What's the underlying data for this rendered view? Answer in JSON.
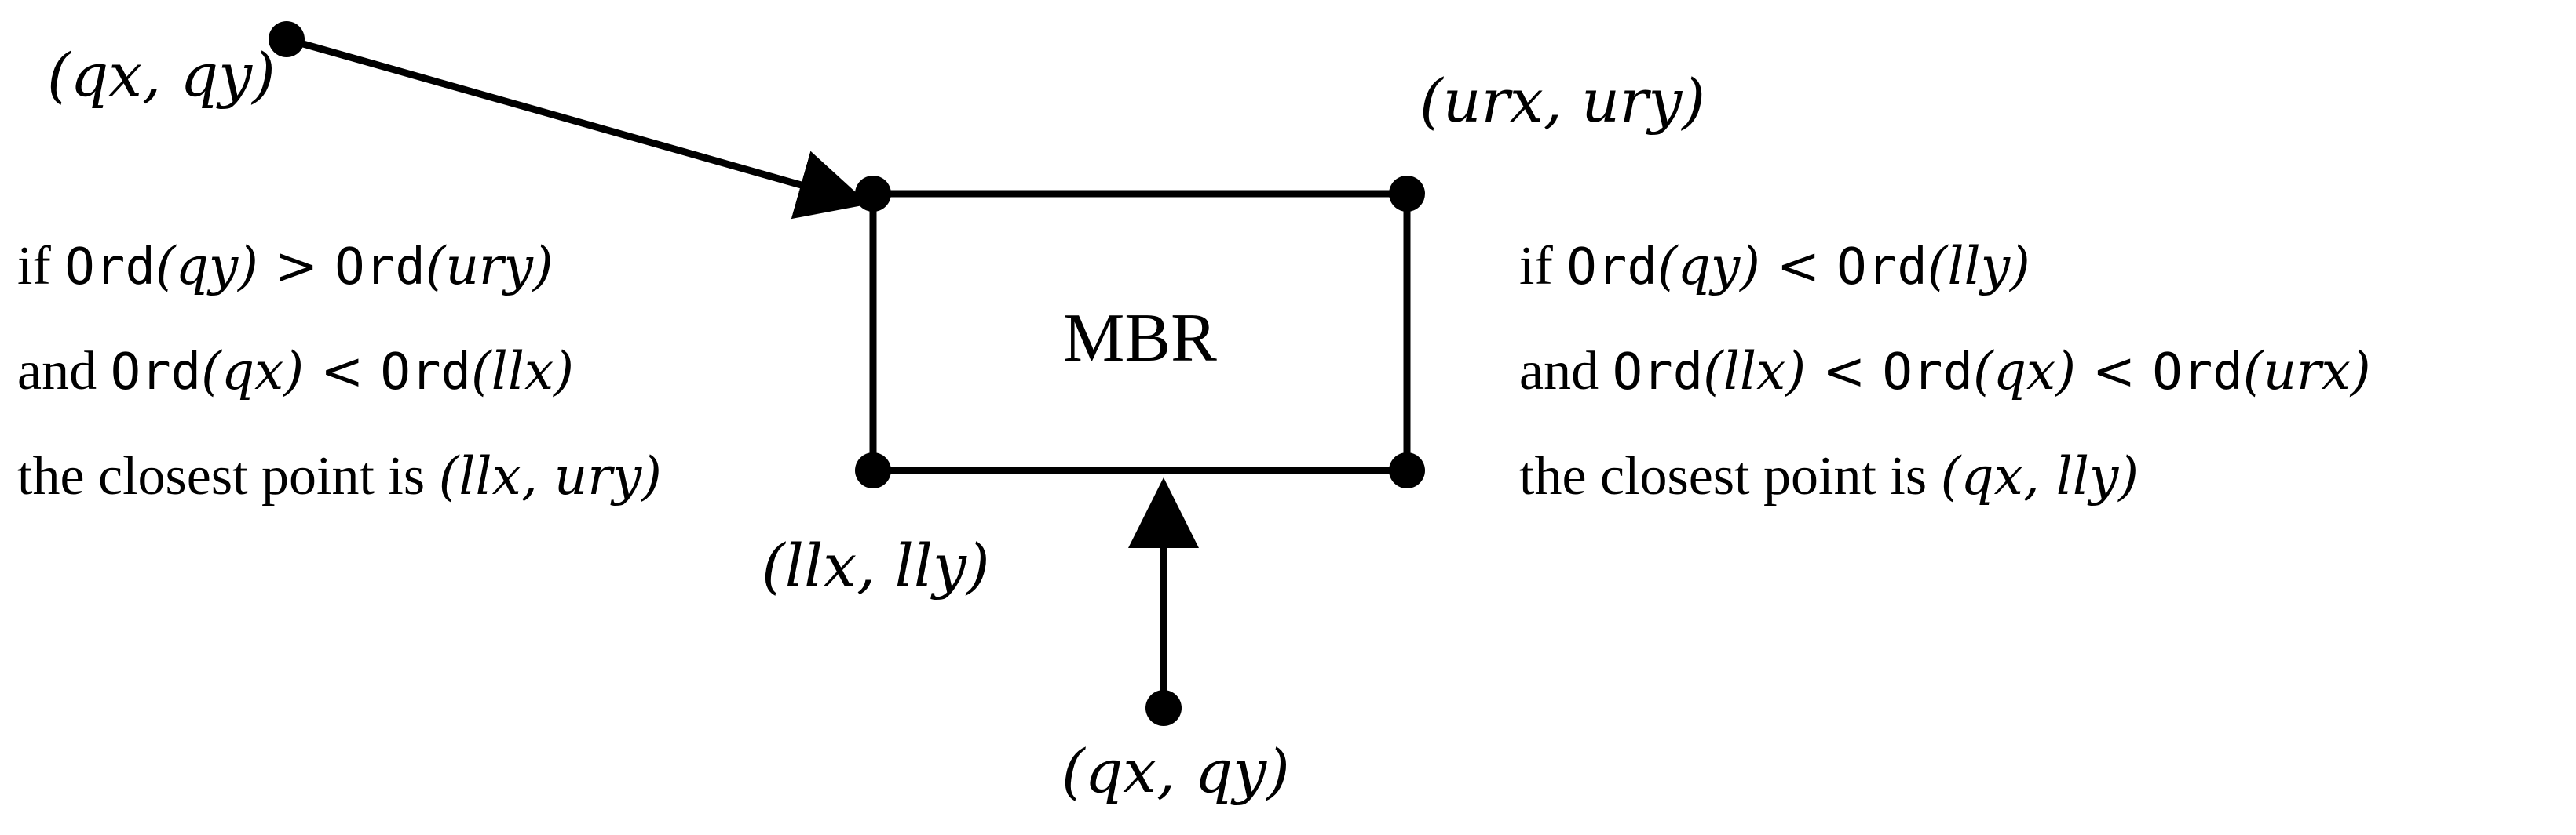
{
  "labels": {
    "query_top": "(qx, qy)",
    "query_bottom": "(qx, qy)",
    "upper_right": "(urx, ury)",
    "lower_left": "(llx, lly)",
    "mbr": "MBR"
  },
  "left_condition": {
    "line1": {
      "prefix": "if ",
      "fn1": "Ord",
      "arg1": "(qy)",
      "op": " > ",
      "fn2": "Ord",
      "arg2": "(ury)"
    },
    "line2": {
      "prefix": "and ",
      "fn1": "Ord",
      "arg1": "(qx)",
      "op": " < ",
      "fn2": "Ord",
      "arg2": "(llx)"
    },
    "line3": {
      "prefix": "the closest point is ",
      "point": "(llx, ury)"
    }
  },
  "right_condition": {
    "line1": {
      "prefix": "if ",
      "fn1": "Ord",
      "arg1": "(qy)",
      "op": " < ",
      "fn2": "Ord",
      "arg2": "(lly)"
    },
    "line2": {
      "prefix": "and ",
      "fn1": "Ord",
      "arg1": "(llx)",
      "op1": " < ",
      "fn2": "Ord",
      "arg2": "(qx)",
      "op2": " < ",
      "fn3": "Ord",
      "arg3": "(urx)"
    },
    "line3": {
      "prefix": "the closest point is ",
      "point": "(qx, lly)"
    }
  }
}
